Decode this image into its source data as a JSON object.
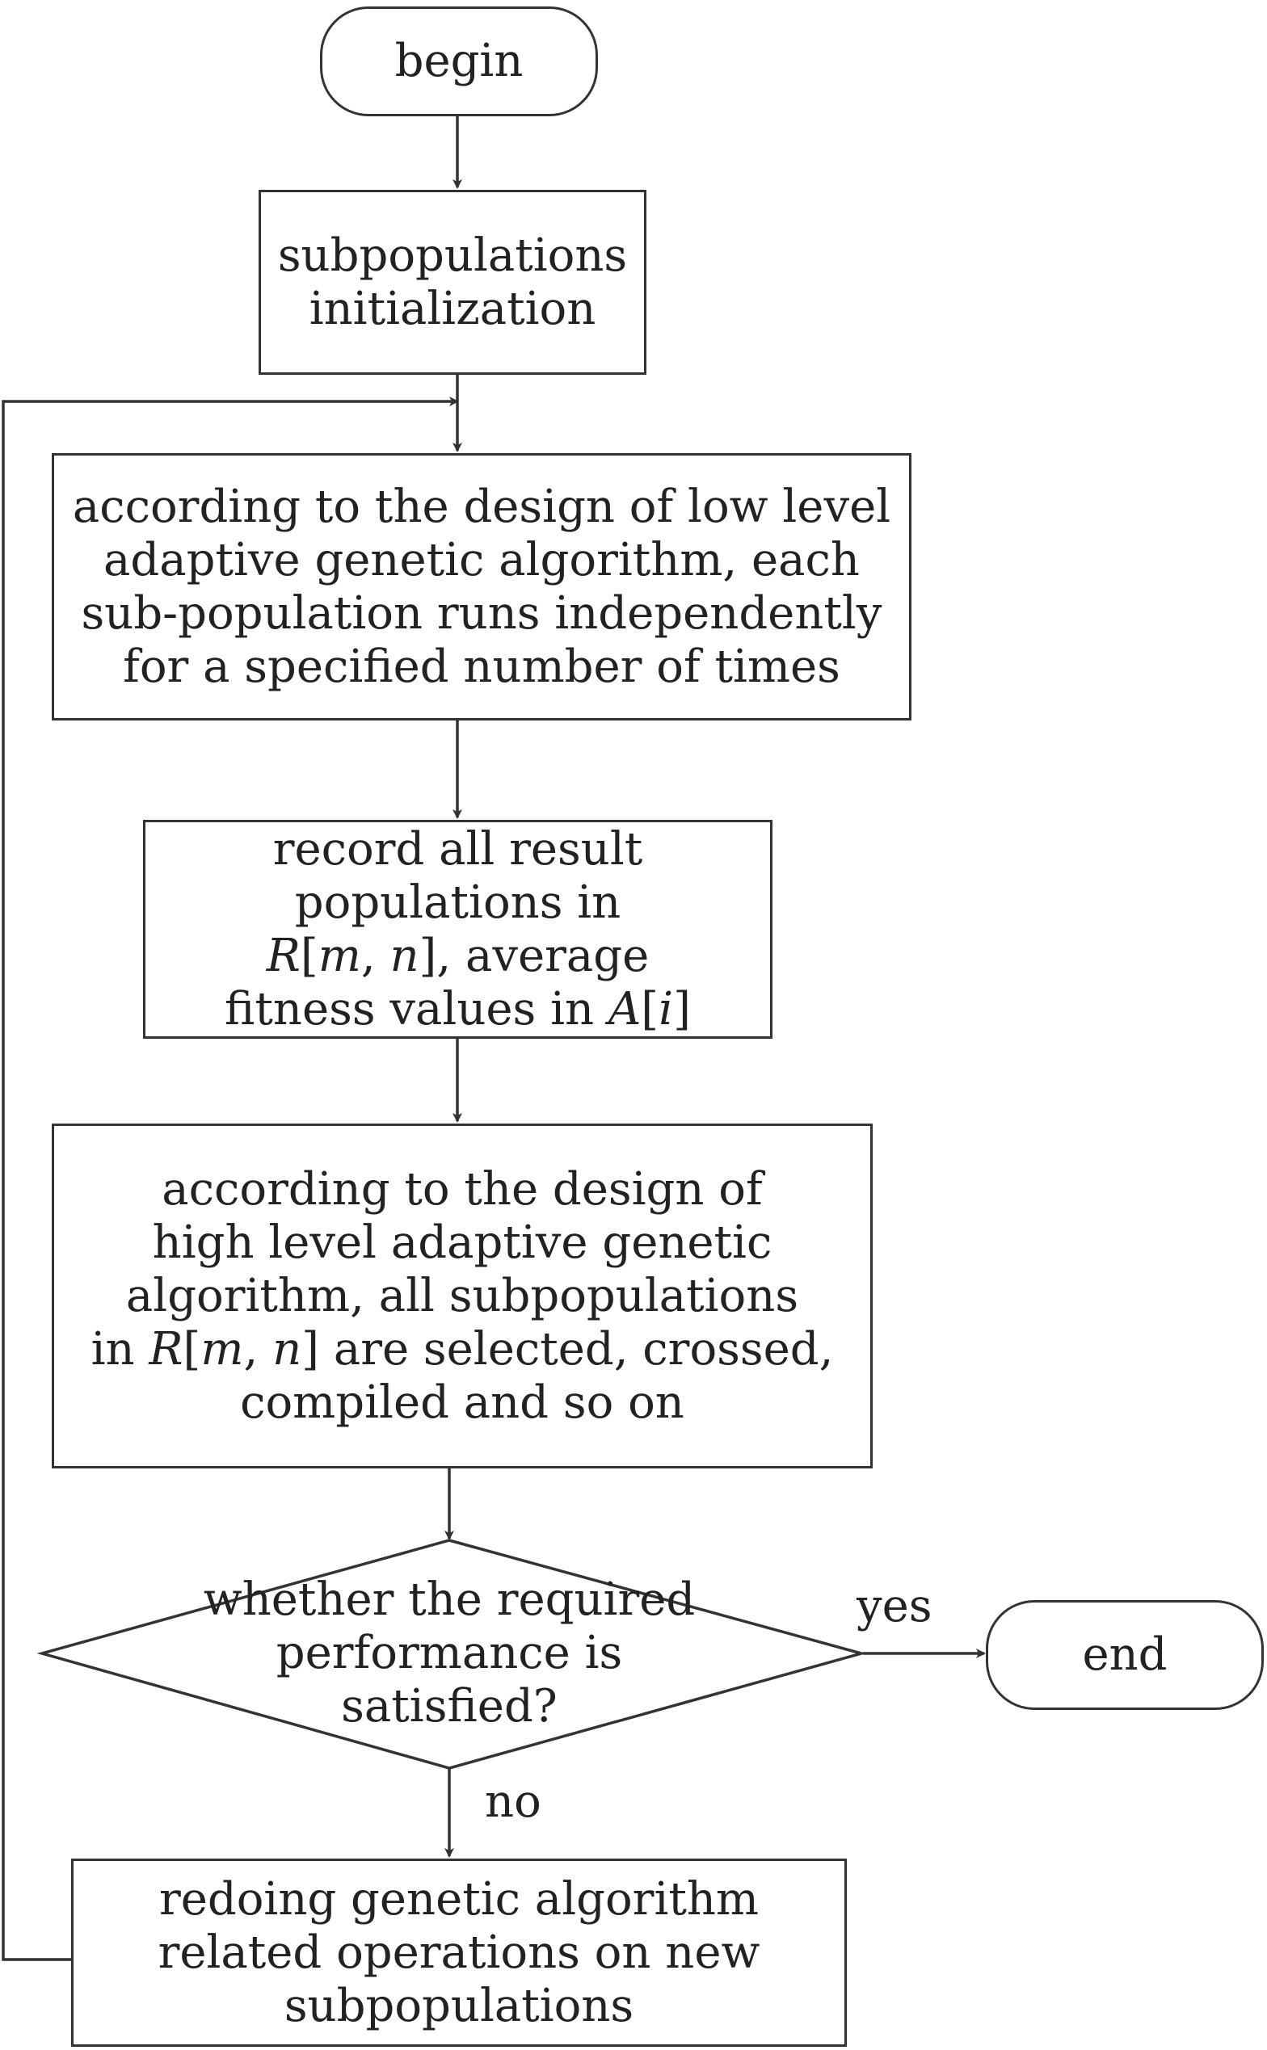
{
  "nodes": {
    "begin": {
      "text": "begin"
    },
    "init": {
      "lines": [
        "subpopulations",
        "initialization"
      ]
    },
    "low_level": {
      "lines": [
        "according to the design of low level",
        "adaptive genetic algorithm, each",
        "sub-population runs independently",
        "for a specified number of times"
      ]
    },
    "record": {
      "line1": "record all result",
      "line2": "populations in",
      "line3_var_R": "R",
      "line3_bracket_open": "[",
      "line3_var_m": "m",
      "line3_comma": ", ",
      "line3_var_n": "n",
      "line3_rest": "], average",
      "line4_prefix": "fitness values in ",
      "line4_var_A": "A",
      "line4_bracket_open": "[",
      "line4_var_i": "i",
      "line4_bracket_close": "]"
    },
    "high_level": {
      "line1": "according to the design of",
      "line2": "high level adaptive genetic",
      "line3": "algorithm, all subpopulations",
      "line4_prefix": "in ",
      "line4_var_R": "R",
      "line4_bracket_open": "[",
      "line4_var_m": "m",
      "line4_comma": ", ",
      "line4_var_n": "n",
      "line4_rest": "] are selected, crossed,",
      "line5": "compiled and so on"
    },
    "decision": {
      "lines": [
        "whether the required",
        "performance is",
        "satisfied?"
      ]
    },
    "end": {
      "text": "end"
    },
    "redo": {
      "lines": [
        "redoing genetic algorithm",
        "related operations on new",
        "subpopulations"
      ]
    }
  },
  "edge_labels": {
    "yes": "yes",
    "no": "no"
  },
  "colors": {
    "line": "#333333",
    "text": "#222222",
    "background": "#ffffff"
  }
}
